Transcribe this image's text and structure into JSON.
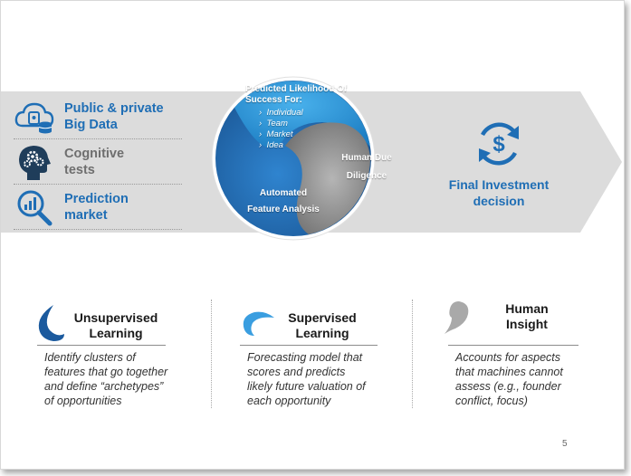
{
  "inputs": [
    {
      "label_line1": "Public & private",
      "label_line2": "Big Data",
      "icon": "cloud-data-icon",
      "color": "#1f6eb5"
    },
    {
      "label_line1": "Cognitive",
      "label_line2": "tests",
      "icon": "head-gears-icon",
      "color": "#6e6e6e"
    },
    {
      "label_line1": "Prediction",
      "label_line2": "market",
      "icon": "magnifier-chart-icon",
      "color": "#1f6eb5"
    }
  ],
  "circle": {
    "title_line1": "Predicted Likelihood Of",
    "title_line2": "Success For:",
    "bullets": [
      "Individual",
      "Team",
      "Market",
      "Idea"
    ],
    "bullet_marker": "›",
    "human_line1": "Human Due",
    "human_line2": "Diligence",
    "auto_line1": "Automated",
    "auto_line2": "Feature Analysis"
  },
  "final": {
    "line1": "Final Investment",
    "line2": "decision",
    "icon": "dollar-cycle-icon"
  },
  "columns": [
    {
      "title_line1": "Unsupervised",
      "title_line2": "Learning",
      "desc": [
        "Identify clusters of",
        "features that go together",
        "and define “archetypes”",
        "of opportunities"
      ]
    },
    {
      "title_line1": "Supervised",
      "title_line2": "Learning",
      "desc": [
        "Forecasting model that",
        "scores and predicts",
        "likely future valuation of",
        "each opportunity"
      ]
    },
    {
      "title_line1": "Human",
      "title_line2": "Insight",
      "desc": [
        "Accounts for aspects",
        "that machines cannot",
        "assess (e.g., founder",
        "conflict, focus)"
      ]
    }
  ],
  "page_number": "5",
  "colors": {
    "accent": "#1f6eb5",
    "arrow": "#d9d9d9",
    "grey_text": "#6e6e6e"
  }
}
